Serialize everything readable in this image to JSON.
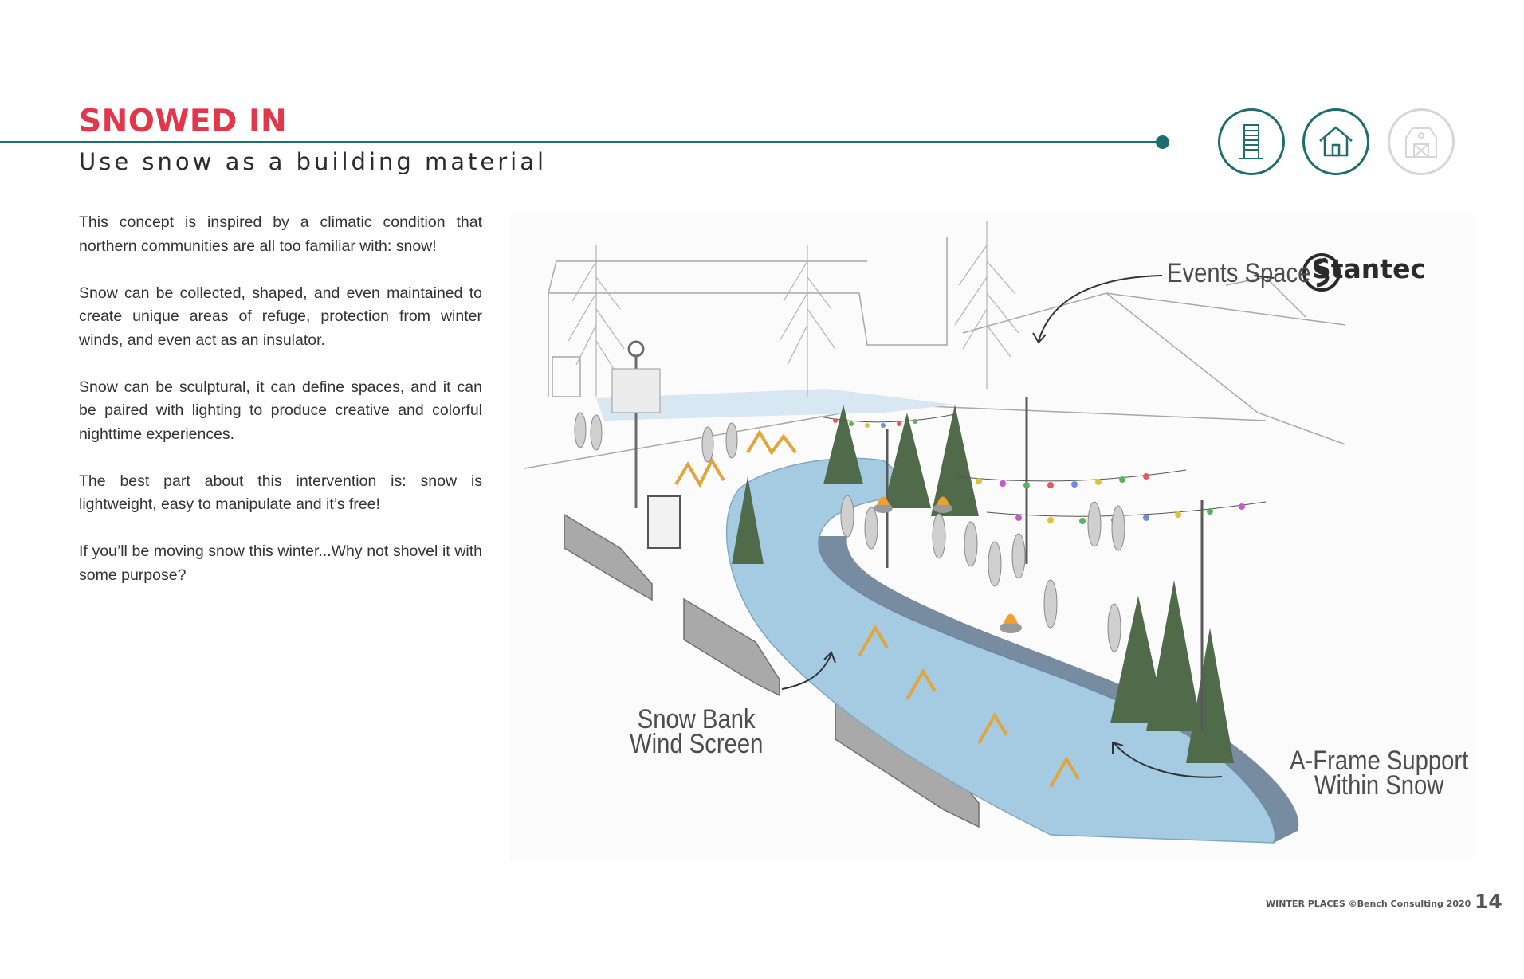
{
  "header": {
    "title": "SNOWED IN",
    "subtitle": "Use snow as a building material"
  },
  "badges": [
    {
      "icon": "building-icon",
      "state": "active"
    },
    {
      "icon": "house-icon",
      "state": "active"
    },
    {
      "icon": "barn-icon",
      "state": "inactive"
    }
  ],
  "body": {
    "paragraphs": [
      "This concept is inspired by a climatic condition that northern communities are all too familiar with: snow!",
      "Snow can be collected, shaped, and even maintained to create unique areas of refuge, protection from winter winds, and even act as an insulator.",
      "Snow can be sculptural, it can define spaces, and it can be paired with lighting to produce creative and colorful nighttime experiences.",
      "The best part about this intervention is: snow is lightweight, easy to manipulate and it’s free!",
      "If you’ll be moving snow this winter...Why not shovel it with some purpose?"
    ]
  },
  "illustration": {
    "logo_text": "Stantec",
    "callouts": {
      "events_space": "Events Space",
      "snow_bank_line1": "Snow Bank",
      "snow_bank_line2": "Wind Screen",
      "a_frame_line1": "A-Frame Support",
      "a_frame_line2": "Within Snow"
    }
  },
  "colors": {
    "title": "#e2364a",
    "accent": "#1f6e6f",
    "snow": "#a5cbe3",
    "snow_shadow": "#5f7790",
    "tree": "#4f6b4a",
    "frame": "#e2a43c"
  },
  "footer": {
    "credit": "WINTER PLACES ©Bench Consulting 2020",
    "page_number": "14"
  }
}
